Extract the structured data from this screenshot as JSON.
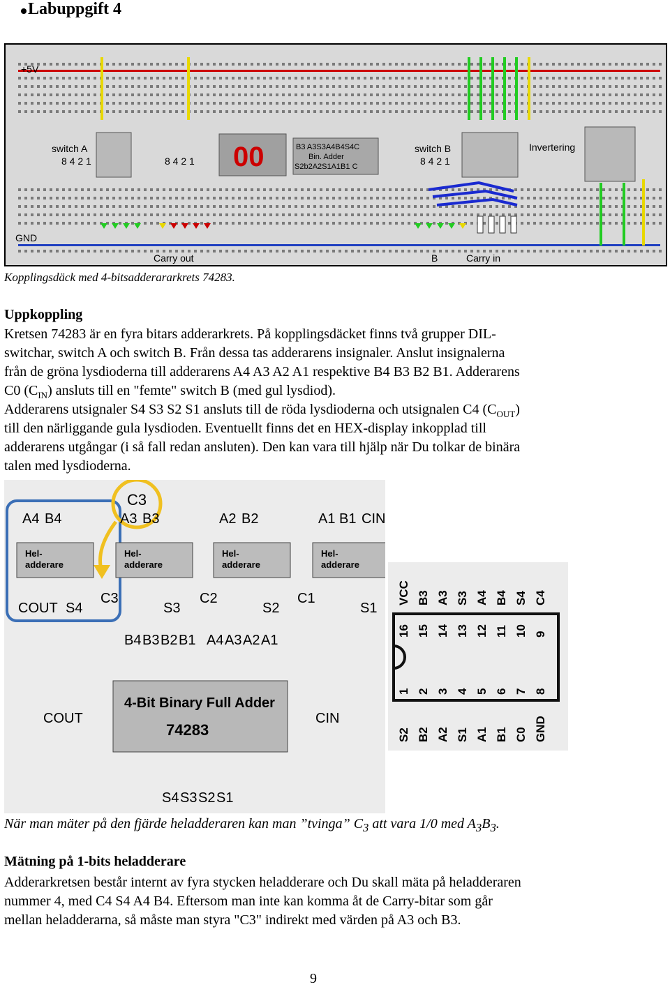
{
  "title": "Labuppgift 4",
  "breadboard": {
    "label_5v": "+5V",
    "label_gnd": "GND",
    "switch_a": "switch A",
    "switch_a_weights": "8 4 2 1",
    "switch_a_weights2": "8 4 2 1",
    "adder_chip": [
      "B3 A3S3A4B4S4C",
      "Bin. Adder",
      "S2b2A2S1A1B1 C"
    ],
    "switch_b": "switch B",
    "switch_b_weights": "8 4 2 1",
    "inverter": "Invertering",
    "carry_out": "Carry out",
    "b_label": "B",
    "carry_in": "Carry in",
    "colors": {
      "board": "#d9d9d9",
      "green": "#22cc22",
      "yellow": "#e8d800",
      "red": "#cc0000",
      "blue": "#1a2ad0"
    }
  },
  "caption1": "Kopplingsdäck med 4-bitsadderararkrets 74283.",
  "section1": {
    "heading": "Uppkoppling",
    "lines": [
      "Kretsen 74283 är en fyra bitars adderarkrets. På kopplingsdäcket finns två grupper DIL-",
      "switchar, switch A och switch B. Från dessa tas adderarens insignaler. Anslut insignalerna",
      "från de gröna lysdioderna till adderarens A4 A3 A2 A1 respektive B4 B3 B2 B1. Adderarens"
    ],
    "line4_pre": "C0 (C",
    "line4_sub": "IN",
    "line4_post": ") ansluts till en \"femte\" switch B (med gul lysdiod).",
    "line5_pre": "Adderarens utsignaler S4 S3 S2 S1 ansluts till de röda lysdioderna och utsignalen C4 (C",
    "line5_sub": "OUT",
    "line5_post": ")",
    "lines_rest": [
      "till den närliggande gula lysdioden. Eventuellt finns det en HEX-display inkopplad till",
      "adderarens utgångar (i så fall redan ansluten). Den kan vara till hjälp när Du tolkar de binära",
      "talen med lysdioderna."
    ]
  },
  "full_adder_diagram": {
    "c3_top": "C3",
    "inputs": [
      [
        "A4",
        "B4"
      ],
      [
        "A3",
        "B3"
      ],
      [
        "A2",
        "B2"
      ],
      [
        "A1",
        "B1",
        "CIN"
      ]
    ],
    "block_line1": "Hel-",
    "block_line2": "adderare",
    "outputs": [
      "COUT",
      "S4",
      "C3",
      "S3",
      "C2",
      "S2",
      "C1",
      "S1"
    ],
    "chip_inputs": [
      "B4",
      "B3",
      "B2",
      "B1",
      "A4",
      "A3",
      "A2",
      "A1"
    ],
    "chip_title": "4-Bit Binary Full Adder",
    "chip_number": "74283",
    "chip_cout": "COUT",
    "chip_cin": "CIN",
    "chip_outputs": [
      "S4",
      "S3",
      "S2",
      "S1"
    ]
  },
  "pinout": {
    "top_labels": [
      "VCC",
      "B3",
      "A3",
      "S3",
      "A4",
      "B4",
      "S4",
      "C4"
    ],
    "top_pins": [
      "16",
      "15",
      "14",
      "13",
      "12",
      "11",
      "10",
      "9"
    ],
    "bottom_pins": [
      "1",
      "2",
      "3",
      "4",
      "5",
      "6",
      "7",
      "8"
    ],
    "bottom_labels": [
      "S2",
      "B2",
      "A2",
      "S1",
      "A1",
      "B1",
      "C0",
      "GND"
    ]
  },
  "caption2": {
    "pre": "När man mäter på den fjärde heladderaren kan man ”tvinga” C",
    "sub1": "3",
    "mid": " att vara 1/0 med A",
    "sub2": "3",
    "b": "B",
    "sub3": "3",
    "end": "."
  },
  "section2": {
    "heading": "Mätning på 1-bits heladderare",
    "line1": "Adderarkretsen består internt av fyra stycken heladderare och Du skall mäta på heladderaren",
    "line2": "nummer 4, med C4 S4 A4 B4. Eftersom man inte kan komma åt de Carry-bitar som går",
    "line3": "mellan heladderarna, så måste man styra \"C3\" indirekt med värden på A3 och B3."
  },
  "page_number": "9"
}
